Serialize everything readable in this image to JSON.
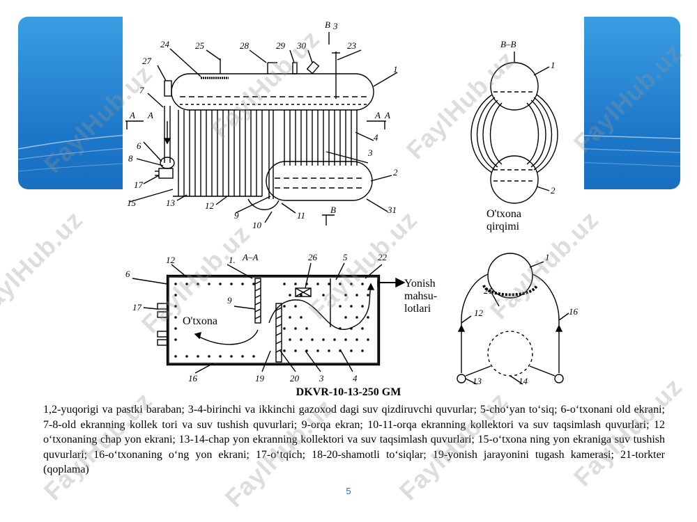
{
  "diagram": {
    "section_labels": {
      "section_a": "A",
      "section_a2": "A",
      "section_b_top": "B",
      "section_b_bottom": "B",
      "view_b": "B–B",
      "view_a": "A–A"
    },
    "numbers": {
      "n1": "1",
      "n2": "2",
      "n3": "3",
      "n4": "4",
      "n5": "5",
      "n6": "6",
      "n7": "7",
      "n8": "8",
      "n9": "9",
      "n10": "10",
      "n11": "11",
      "n12": "12",
      "n13": "13",
      "n14": "14",
      "n15": "15",
      "n16": "16",
      "n17": "17",
      "n19": "19",
      "n20": "20",
      "n21": "21",
      "n22": "22",
      "n23": "23",
      "n24": "24",
      "n25": "25",
      "n26": "26",
      "n27": "27",
      "n28": "28",
      "n29": "29",
      "n30": "30",
      "n31": "31",
      "n1_partial": "1."
    },
    "words": {
      "furnace_section_1": "O'txona",
      "furnace_section_2": "qirqimi",
      "furnace": "O'txona",
      "flue_1": "Yonish",
      "flue_2": "mahsu-",
      "flue_3": "lotlari"
    }
  },
  "title": "DKVR-10-13-250 GM",
  "caption": "1,2-yuqorigi va pastki baraban; 3-4-birinchi va ikkinchi gazoxod dagi suv qizdiruvchi quvurlar; 5-cho‘yan to‘siq; 6-o‘txonani old ekrani; 7-8-old ekranning kollek tori va suv tushish quvurlari; 9-orqa ekran; 10-11-orqa ekranning kollektori va suv taqsimlash quvurlari; 12 o‘txonaning chap yon ekrani; 13-14-chap yon ekranning kollektori va suv taqsimlash quvurlari; 15-o‘txona ning yon ekraniga suv tushish quvurlari; 16-o‘txonaning o‘ng yon ekrani; 17-o‘tqich; 18-20-shamotli to‘siqlar; 19-yonish jarayonini tugash kamerasi; 21-torkter (qoplama)",
  "page_number": "5",
  "watermark_text": "FaylHub.uz",
  "colors": {
    "band": "#1c76c8",
    "page_number": "#2a6fc0"
  }
}
